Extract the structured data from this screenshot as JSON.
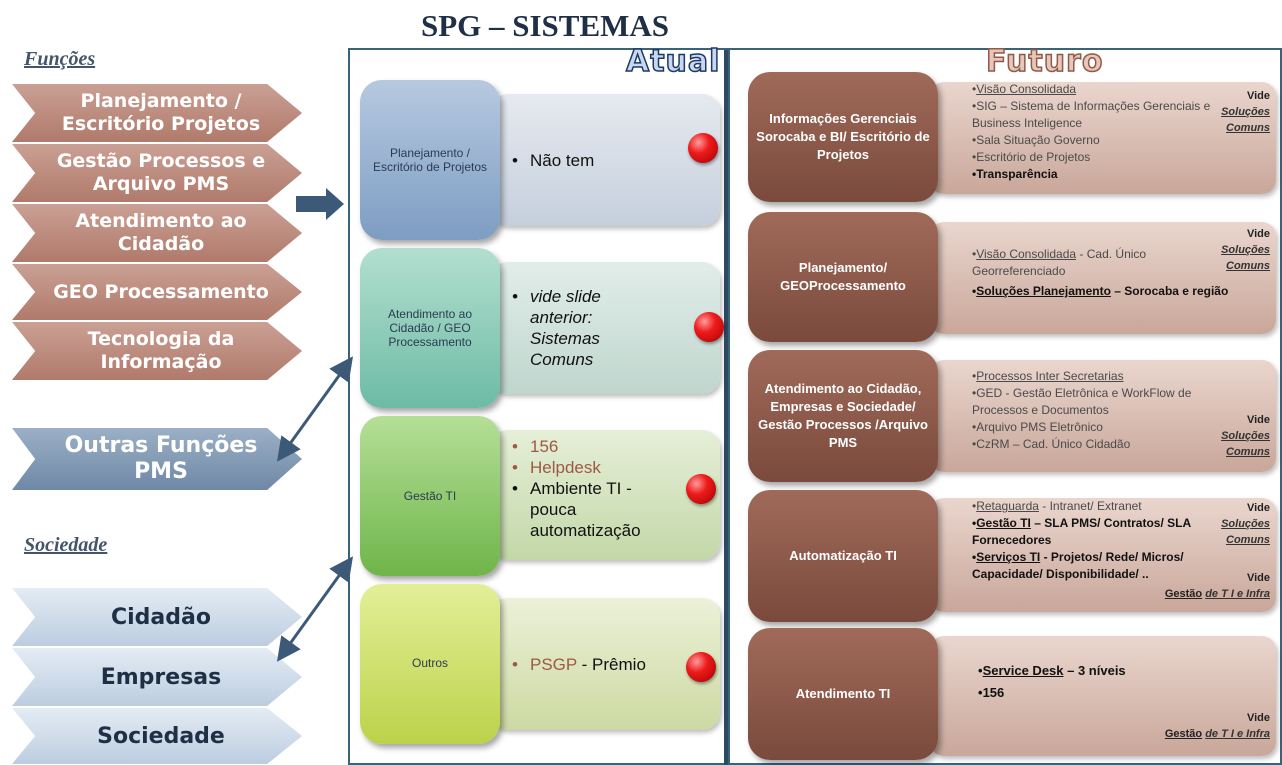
{
  "title": "SPG – SISTEMAS",
  "left": {
    "funcoes_label": "Funções",
    "funcoes": [
      "Planejamento / Escritório Projetos",
      "Gestão Processos e Arquivo PMS",
      "Atendimento ao Cidadão",
      "GEO Processamento",
      "Tecnologia da Informação"
    ],
    "outras": "Outras Funções PMS",
    "sociedade_label": "Sociedade",
    "sociedade": [
      "Cidadão",
      "Empresas",
      "Sociedade"
    ]
  },
  "atual": {
    "heading": "Atual",
    "rows": [
      {
        "label": "Planejamento / Escritório de Projetos",
        "items": [
          {
            "text": "Não tem",
            "style": "plain"
          }
        ]
      },
      {
        "label": "Atendimento ao Cidadão / GEO Processamento",
        "items": [
          {
            "text": "vide slide anterior: Sistemas Comuns",
            "style": "italic"
          }
        ]
      },
      {
        "label": "Gestão TI",
        "items": [
          {
            "text": "156",
            "style": "tan"
          },
          {
            "text": "Helpdesk",
            "style": "tan"
          },
          {
            "text": "Ambiente TI - pouca automatização",
            "style": "plain"
          }
        ]
      },
      {
        "label": "Outros",
        "items": [
          {
            "text_tan": "PSGP",
            "text": " - Prêmio",
            "style": "mixed"
          }
        ]
      }
    ],
    "status_color": "#e01010"
  },
  "futuro": {
    "heading": "Futuro",
    "rows": [
      {
        "label": "Informações Gerenciais Sorocaba e BI/ Escritório de Projetos",
        "items": [
          {
            "text": "Visão Consolidada",
            "underline": true
          },
          {
            "text": "SIG – Sistema de Informações Gerenciais e Business Inteligence"
          },
          {
            "text": "Sala Situação Governo"
          },
          {
            "text": "Escritório de Projetos"
          },
          {
            "text": "Transparência",
            "bold": true
          }
        ],
        "vide": [
          "Vide",
          "Soluções",
          "Comuns"
        ]
      },
      {
        "label": "Planejamento/ GEOProcessamento",
        "items": [
          {
            "text_u": "Visão Consolidada",
            "text": " - Cad. Único Georreferenciado"
          },
          {
            "text_u": "Soluções Planejamento",
            "text": " – Sorocaba e região",
            "bold": true
          }
        ],
        "vide": [
          "Vide",
          "Soluções",
          "Comuns"
        ]
      },
      {
        "label": "Atendimento ao Cidadão, Empresas e Sociedade/ Gestão Processos /Arquivo PMS",
        "items": [
          {
            "text": "Processos Inter Secretarias",
            "underline": true
          },
          {
            "text": "GED - Gestão Eletrônica e WorkFlow de Processos e Documentos"
          },
          {
            "text": "Arquivo PMS Eletrônico"
          },
          {
            "text": "CzRM – Cad. Único Cidadão"
          }
        ],
        "vide": [
          "Vide",
          "Soluções",
          "Comuns"
        ]
      },
      {
        "label": "Automatização TI",
        "items": [
          {
            "text_u": "Retaguarda",
            "text": " - Intranet/ Extranet"
          },
          {
            "text_u": "Gestão TI",
            "text": " – SLA PMS/ Contratos/ SLA Fornecedores",
            "bold": true
          },
          {
            "text_u": "Serviços TI",
            "text": " - Projetos/ Rede/ Micros/ Capacidade/ Disponibilidade/ ..",
            "bold": true
          }
        ],
        "vide": [
          "Vide",
          "Soluções",
          "Comuns"
        ],
        "vide2": [
          "Vide",
          "Gestão",
          "de T I e Infra"
        ]
      },
      {
        "label": "Atendimento TI",
        "items": [
          {
            "text_u": "Service Desk",
            "text": " – 3 níveis",
            "bold": true
          },
          {
            "text": "156",
            "bold": true
          }
        ],
        "vide2": [
          "Vide",
          "Gestão",
          "de T I e Infra"
        ]
      }
    ]
  },
  "colors": {
    "funcoes_chevron": "#b88677",
    "outras_chevron": "#7f97b3",
    "sociedade_chevron": "#d4e0ec",
    "arrow": "#3c5a78",
    "futuro_label": "#8d5a4b"
  }
}
